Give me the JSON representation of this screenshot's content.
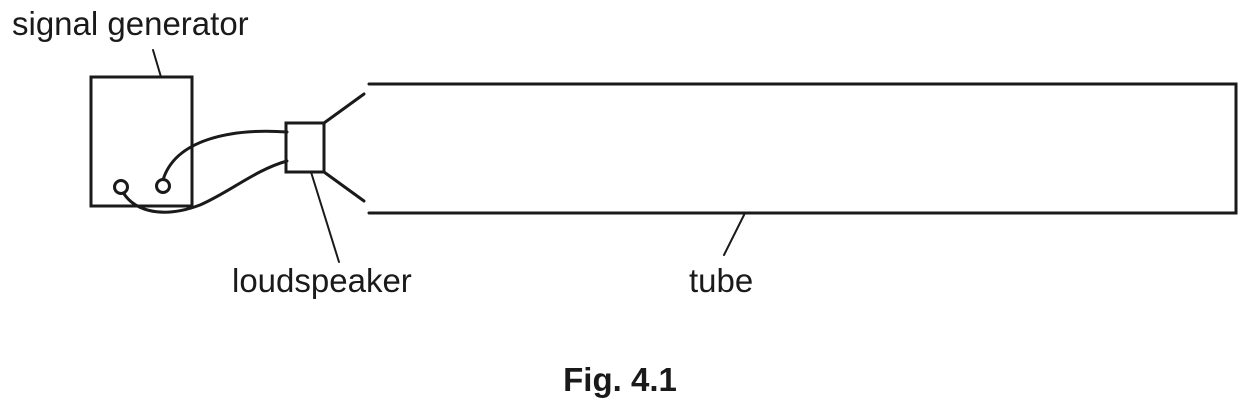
{
  "labels": {
    "signal_generator": "signal generator",
    "loudspeaker": "loudspeaker",
    "tube": "tube"
  },
  "caption": "Fig. 4.1"
}
